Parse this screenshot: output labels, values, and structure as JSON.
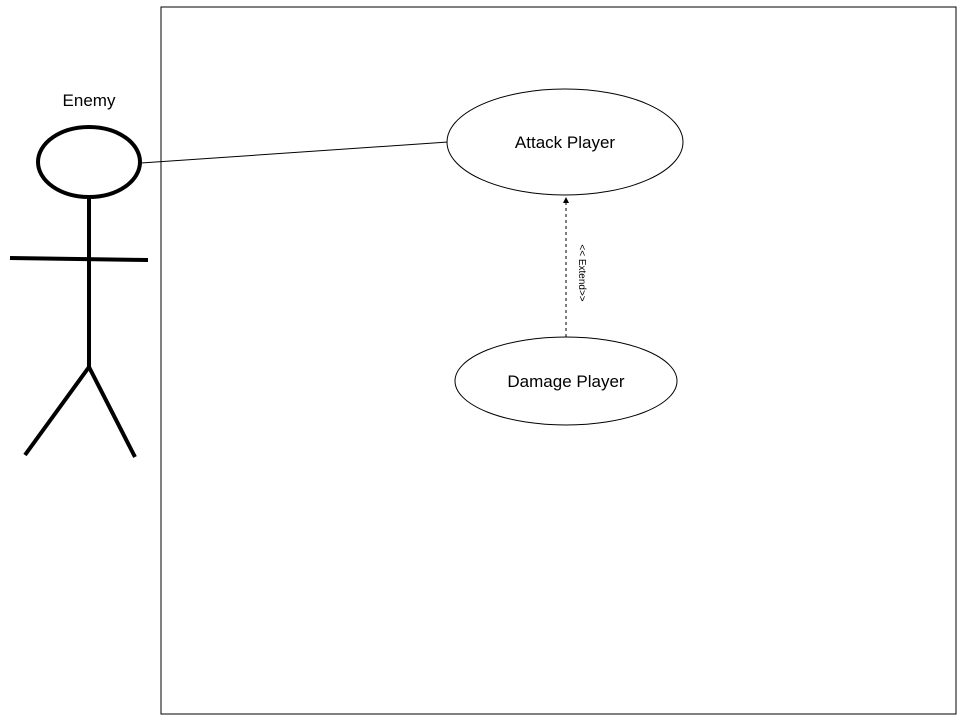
{
  "diagram": {
    "type": "use-case",
    "actor": {
      "name": "Enemy"
    },
    "use_cases": [
      {
        "id": "attack",
        "label": "Attack Player"
      },
      {
        "id": "damage",
        "label": "Damage Player"
      }
    ],
    "relationships": [
      {
        "type": "association",
        "from": "Enemy",
        "to": "attack"
      },
      {
        "type": "extend",
        "from": "damage",
        "to": "attack",
        "label": "<< Extend>>"
      }
    ]
  },
  "colors": {
    "stroke": "#000000",
    "background": "#ffffff"
  }
}
